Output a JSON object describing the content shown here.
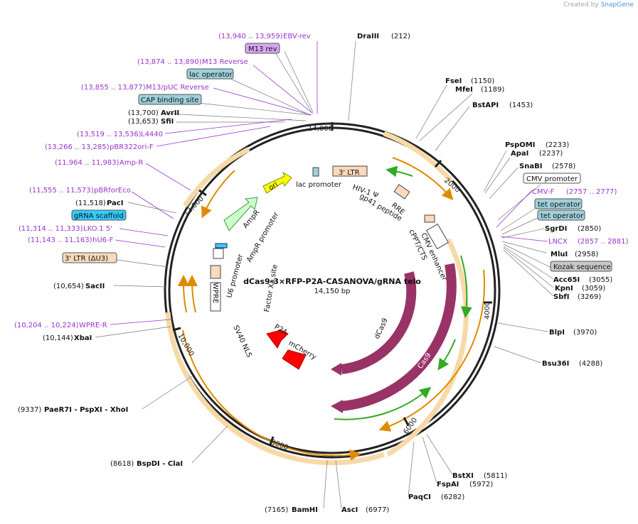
{
  "watermark": {
    "prefix": "Created by",
    "brand": "SnapGene"
  },
  "plasmid": {
    "name": "dCas9-3×RFP-P2A-CASANOVA/gRNA telo",
    "size": "14,150 bp",
    "length": 14150
  },
  "ticks": [
    "2000",
    "4000",
    "6000",
    "8000",
    "10,000",
    "12,000",
    "14,000"
  ],
  "sites": [
    {
      "name": "DraIII",
      "pos": "(212)",
      "bp": 212
    },
    {
      "name": "FseI",
      "pos": "(1150)",
      "bp": 1150
    },
    {
      "name": "MfeI",
      "pos": "(1189)",
      "bp": 1189
    },
    {
      "name": "BstAPI",
      "pos": "(1453)",
      "bp": 1453
    },
    {
      "name": "PspOMI",
      "pos": "(2233)",
      "bp": 2233
    },
    {
      "name": "ApaI",
      "pos": "(2237)",
      "bp": 2237
    },
    {
      "name": "SnaBI",
      "pos": "(2578)",
      "bp": 2578
    },
    {
      "name": "SgrDI",
      "pos": "(2850)",
      "bp": 2850
    },
    {
      "name": "MluI",
      "pos": "(2958)",
      "bp": 2958
    },
    {
      "name": "Acc65I",
      "pos": "(3055)",
      "bp": 3055
    },
    {
      "name": "KpnI",
      "pos": "(3059)",
      "bp": 3059
    },
    {
      "name": "SbfI",
      "pos": "(3269)",
      "bp": 3269
    },
    {
      "name": "BlpI",
      "pos": "(3970)",
      "bp": 3970
    },
    {
      "name": "Bsu36I",
      "pos": "(4288)",
      "bp": 4288
    },
    {
      "name": "BstXI",
      "pos": "(5811)",
      "bp": 5811
    },
    {
      "name": "FspAI",
      "pos": "(5972)",
      "bp": 5972
    },
    {
      "name": "PaqCI",
      "pos": "(6282)",
      "bp": 6282
    },
    {
      "name": "AscI",
      "pos": "(6977)",
      "bp": 6977
    },
    {
      "name": "BamHI",
      "pos": "(7165)",
      "bp": 7165
    },
    {
      "name": "BspDI - ClaI",
      "pos": "(8618)",
      "bp": 8618
    },
    {
      "name": "PaeR7I - PspXI - XhoI",
      "pos": "(9337)",
      "bp": 9337
    },
    {
      "name": "XbaI",
      "pos": "(10,144)",
      "bp": 10144
    },
    {
      "name": "SacII",
      "pos": "(10,654)",
      "bp": 10654
    },
    {
      "name": "PacI",
      "pos": "(11,518)",
      "bp": 11518
    },
    {
      "name": "SfiI",
      "pos": "(13,653)",
      "bp": 13653
    },
    {
      "name": "AvrII",
      "pos": "(13,700)",
      "bp": 13700
    }
  ],
  "primers": [
    {
      "name": "EBV-rev",
      "range": "(13,940 .. 13,959)"
    },
    {
      "name": "M13 Reverse",
      "range": "(13,874 .. 13,890)"
    },
    {
      "name": "M13/pUC Reverse",
      "range": "(13,855 .. 13,877)"
    },
    {
      "name": "L4440",
      "range": "(13,519 .. 13,536)"
    },
    {
      "name": "pBR322ori-F",
      "range": "(13,266 .. 13,285)"
    },
    {
      "name": "Amp-R",
      "range": "(11,964 .. 11,983)"
    },
    {
      "name": "pBRforEco",
      "range": "(11,555 .. 11,573)"
    },
    {
      "name": "LKO.1 5'",
      "range": "(11,314 .. 11,333)"
    },
    {
      "name": "hU6-F",
      "range": "(11,143 .. 11,163)"
    },
    {
      "name": "WPRE-R",
      "range": "(10,204 .. 10,224)"
    },
    {
      "name": "CMV-F",
      "range": "(2757 .. 2777)"
    },
    {
      "name": "LNCX",
      "range": "(2857 .. 2881)"
    }
  ],
  "boxed_labels": [
    {
      "text": "M13 rev",
      "fill": "#d9a6f2"
    },
    {
      "text": "lac operator",
      "fill": "#9fd0db"
    },
    {
      "text": "CAP binding site",
      "fill": "#9fd0db"
    },
    {
      "text": "gRNA scaffold",
      "fill": "#33ccff"
    },
    {
      "text": "3' LTR (ΔU3)",
      "fill": "#fbd9bc"
    },
    {
      "text": "CMV promoter",
      "fill": "#ffffff"
    },
    {
      "text": "tet operator",
      "fill": "#9fd0db"
    },
    {
      "text": "tet operator",
      "fill": "#9fd0db"
    },
    {
      "text": "Kozak sequence",
      "fill": "#c8c8c8"
    }
  ],
  "inner_features": [
    "3' LTR",
    "HIV-1 Ψ",
    "RRE",
    "gp41 peptide",
    "cPPT/CTS",
    "CMV enhancer",
    "dCas9",
    "Cas9",
    "mCherry",
    "P2A",
    "SV40 NLS",
    "Factor Xa site",
    "WPRE",
    "U6 promoter",
    "AmpR promoter",
    "AmpR",
    "ori",
    "lac promoter"
  ],
  "colors": {
    "accent_primer": "#9933cc",
    "cas9": "#993366",
    "mcherry": "#ff0000",
    "ori": "#ffff00",
    "ampr": "#ccffcc",
    "ltr": "#fbd9bc",
    "orange_arc": "#f0a830"
  }
}
